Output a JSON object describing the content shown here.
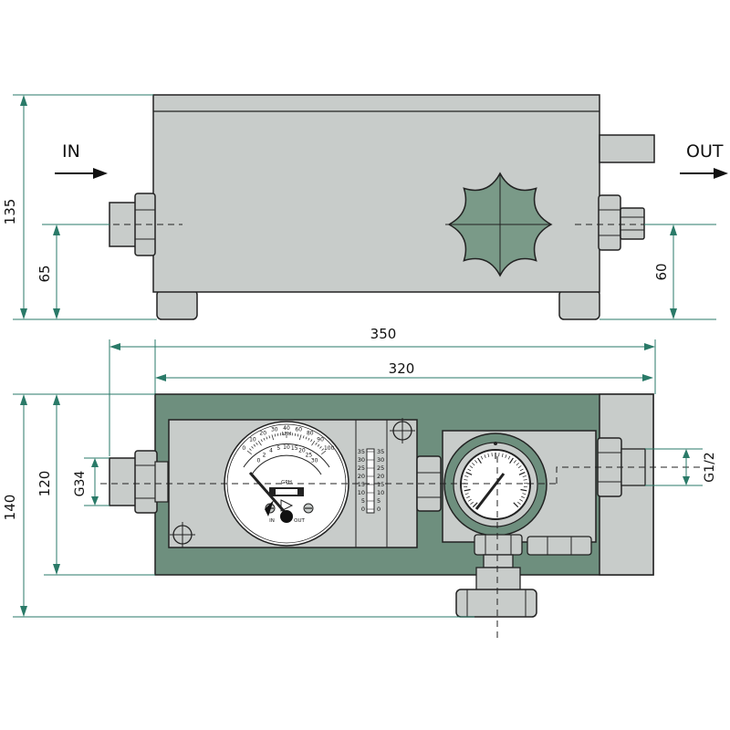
{
  "colors": {
    "body_fill": "#c8ccca",
    "front_fill": "#6e8f7e",
    "panel_fill": "#c8ccca",
    "outline": "#222222",
    "dimension": "#2a7a68",
    "knob_fill": "#7a9a88"
  },
  "top_view": {
    "inlet_label": "IN",
    "outlet_label": "OUT",
    "height_total": "135",
    "inlet_height": "65",
    "outlet_height": "60"
  },
  "front_view": {
    "overall_width": "350",
    "body_width": "320",
    "height_total": "140",
    "body_height": "120",
    "inlet_thread": "G34",
    "outlet_thread": "G1/2"
  },
  "flowmeter": {
    "unit_top": "LFH",
    "unit_bottom": "GPH",
    "outer_scale": [
      "0",
      "10",
      "20",
      "30",
      "40",
      "60",
      "80",
      "90",
      "100"
    ],
    "inner_scale": [
      "0",
      "2",
      "4",
      "5",
      "10",
      "15",
      "20",
      "25",
      "30"
    ],
    "port_in": "IN",
    "port_out": "OUT"
  },
  "sight_tube": {
    "scale": [
      "35",
      "30",
      "25",
      "20",
      "15",
      "10",
      "5",
      "0"
    ]
  },
  "icons": [
    "flow-arrow-icon",
    "star-knob-icon",
    "crosshair-icon",
    "pressure-gauge-icon",
    "flowmeter-dial-icon"
  ]
}
